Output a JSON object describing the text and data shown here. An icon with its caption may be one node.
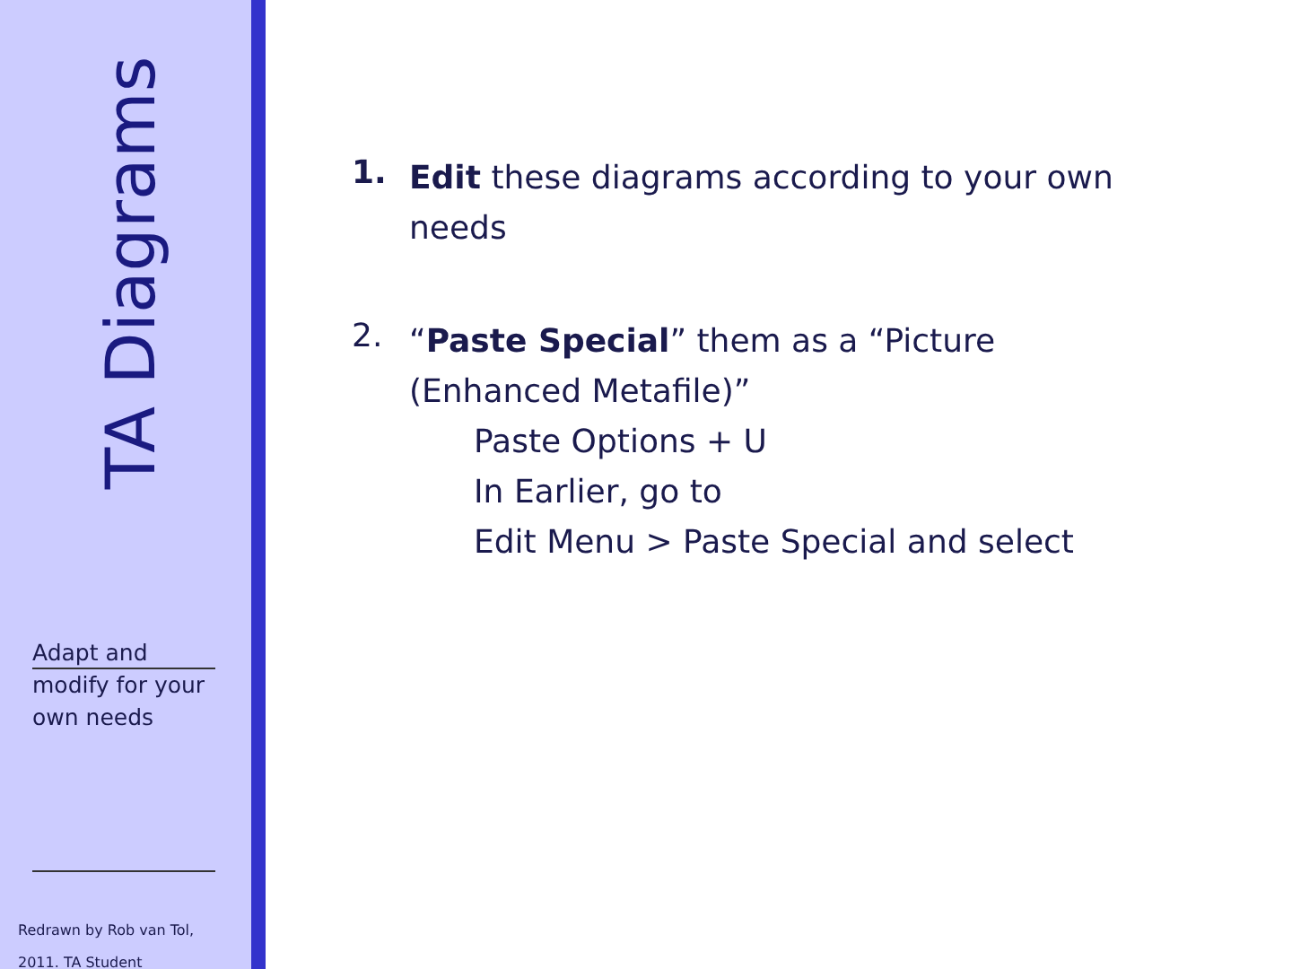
{
  "diagram": {
    "title": "TA Diagrams",
    "labels": [
      "Adapt and modify for your own needs",
      "Redrawn by Rob van Tol, 2011. TA Student",
      "1.",
      "**Edit** these diagrams according to your own needs",
      "2.",
      "“**Paste Special**” them as a “Picture (Enhanced Metafile)”",
      "Paste Options + U",
      "In Earlier, go to",
      "Edit Menu > Paste Special and select"
    ]
  }
}
